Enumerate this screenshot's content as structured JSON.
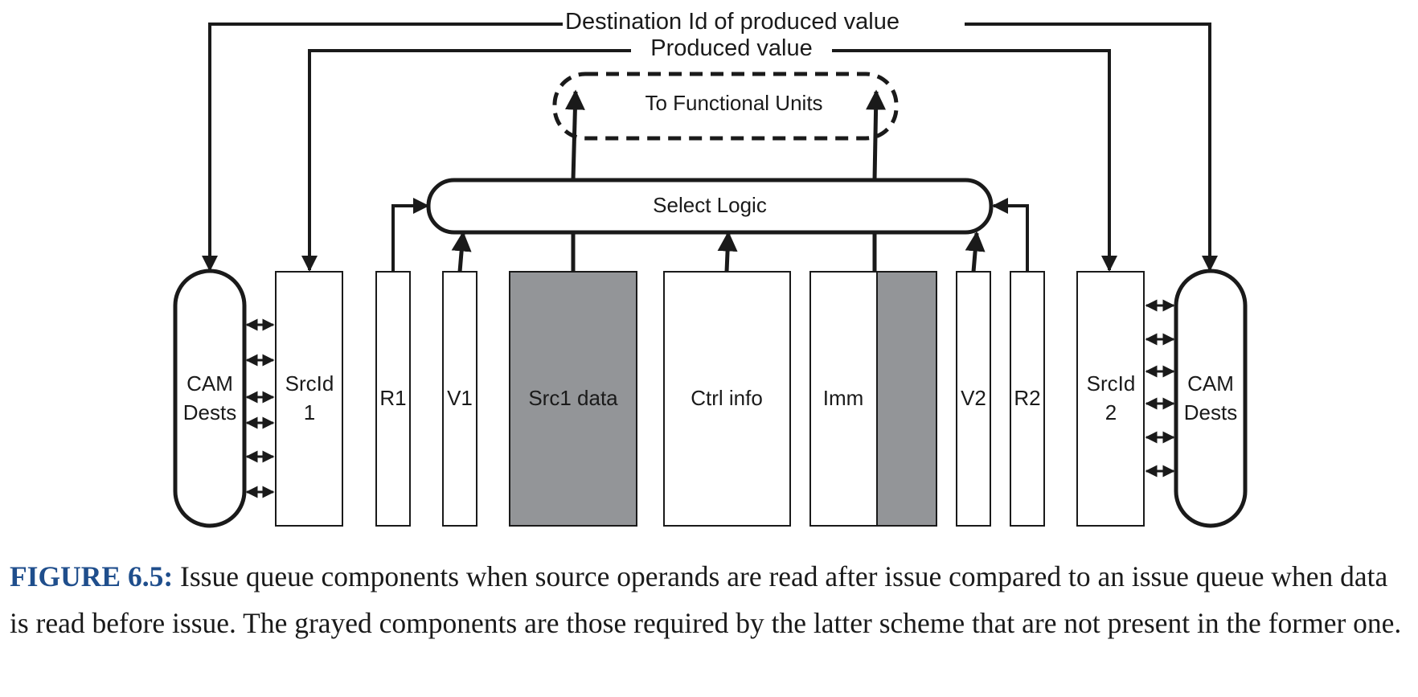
{
  "labels": {
    "dest_id": "Destination Id of produced value",
    "produced_value": "Produced value",
    "functional_units": "To Functional Units",
    "select_logic": "Select Logic",
    "cam_left_1": "CAM",
    "cam_left_2": "Dests",
    "srcid1_1": "SrcId",
    "srcid1_2": "1",
    "r1": "R1",
    "v1": "V1",
    "src1_data": "Src1 data",
    "ctrl_info": "Ctrl info",
    "imm": "Imm",
    "v2": "V2",
    "r2": "R2",
    "srcid2_1": "SrcId",
    "srcid2_2": "2",
    "cam_right_1": "CAM",
    "cam_right_2": "Dests"
  },
  "colors": {
    "stroke": "#1a1a1a",
    "grayed": "#939598",
    "caption_label": "#1f4e8c"
  },
  "caption": {
    "label": "FIGURE 6.5:",
    "text": " Issue queue components when source operands are read after issue compared to an issue queue when data is read before issue. The grayed components are those required by the latter scheme that are not present in the former one."
  }
}
